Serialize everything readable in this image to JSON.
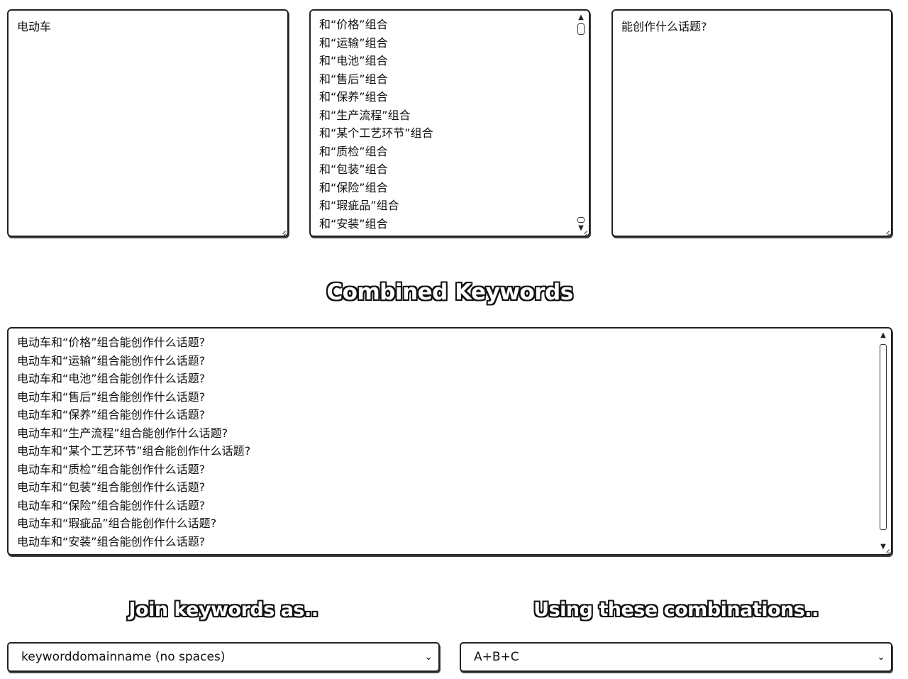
{
  "input_keyword": {
    "value": "电动车"
  },
  "combo_list": {
    "items": [
      "和“价格”组合",
      "和“运输”组合",
      "和“电池”组合",
      "和“售后”组合",
      "和“保养”组合",
      "和“生产流程”组合",
      "和“某个工艺环节”组合",
      "和“质检”组合",
      "和“包装”组合",
      "和“保险”组合",
      "和“瑕疵品”组合",
      "和“安装”组合"
    ]
  },
  "suffix_input": {
    "value": "能创作什么话题?"
  },
  "combined": {
    "heading": "Combined Keywords",
    "results": [
      "电动车和“价格”组合能创作什么话题?",
      "电动车和“运输”组合能创作什么话题?",
      "电动车和“电池”组合能创作什么话题?",
      "电动车和“售后”组合能创作什么话题?",
      "电动车和“保养”组合能创作什么话题?",
      "电动车和“生产流程”组合能创作什么话题?",
      "电动车和“某个工艺环节”组合能创作什么话题?",
      "电动车和“质检”组合能创作什么话题?",
      "电动车和“包装”组合能创作什么话题?",
      "电动车和“保险”组合能创作什么话题?",
      "电动车和“瑕疵品”组合能创作什么话题?",
      "电动车和“安装”组合能创作什么话题?"
    ]
  },
  "join": {
    "heading": "Join keywords as..",
    "selected": "keyworddomainname (no spaces)"
  },
  "combinations": {
    "heading": "Using these combinations..",
    "selected": "A+B+C"
  },
  "icons": {
    "scroll_up": "arrow-up-icon",
    "scroll_down": "arrow-down-icon",
    "select_chevron": "chevron-down-icon"
  }
}
